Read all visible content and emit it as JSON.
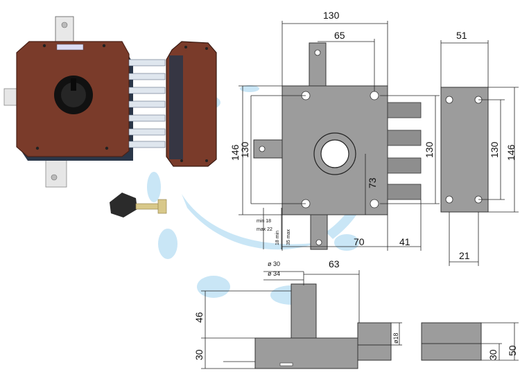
{
  "colors": {
    "lock_body": "#7a3b2a",
    "lock_plate": "#2a3648",
    "drawing_fill": "#9c9c9c",
    "accent_swoosh": "#bfe2f5",
    "key": "#2b2b2b",
    "key_blade": "#d8c88a"
  },
  "front_view": {
    "width_total": "130",
    "bolt_spacing": "65",
    "height_outer": "146",
    "height_inner": "130",
    "height_right": "130",
    "cylinder_height": "73",
    "min_label": "min 18",
    "max_label": "max 22",
    "bottom_18": "18 min",
    "bottom_35": "35 max",
    "bottom_70": "70",
    "bottom_41": "41"
  },
  "side_view": {
    "width": "51",
    "height_inner": "130",
    "height_outer": "146",
    "bottom_width": "21"
  },
  "bottom_view": {
    "diameter_30": "ø 30",
    "diameter_34": "ø 34",
    "offset_63": "63",
    "height_46": "46",
    "height_30": "30",
    "diameter_18": "ø18",
    "right_30": "30",
    "right_50": "50"
  },
  "icons": [
    "lock-photo",
    "key-icon",
    "accent-swoosh"
  ]
}
